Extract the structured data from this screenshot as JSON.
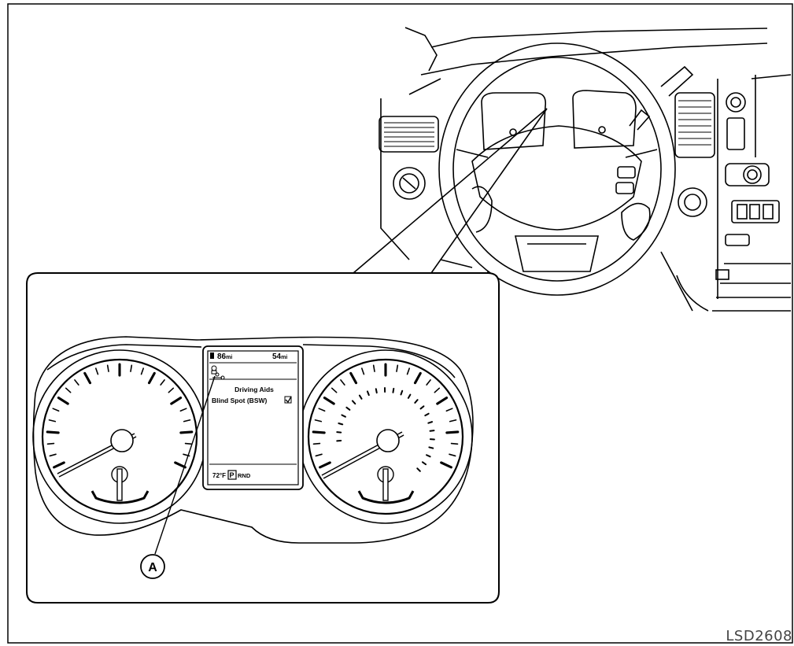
{
  "display": {
    "range_value": "86",
    "range_unit": "mi",
    "trip_value": "54",
    "trip_unit": "mi",
    "menu_title": "Driving Aids",
    "menu_item": "Blind Spot (BSW)",
    "menu_item_checked": true,
    "temperature": "72°F",
    "gear_selected": "P",
    "gear_others": "RND"
  },
  "callout_label": "A",
  "figure_ref": "LSD2608"
}
